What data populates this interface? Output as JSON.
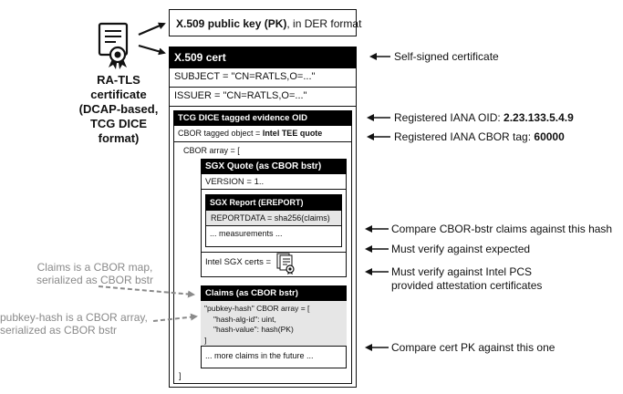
{
  "cert_label": {
    "line1": "RA-TLS",
    "line2": "certificate",
    "line3": "(DCAP-based,",
    "line4": "TCG DICE",
    "line5": "format)"
  },
  "pk_box": {
    "bold": "X.509 public key (PK)",
    "rest": ", in DER format"
  },
  "cert": {
    "title": "X.509 cert",
    "subject": "SUBJECT = \"CN=RATLS,O=...\"",
    "issuer": "ISSUER = \"CN=RATLS,O=...\""
  },
  "evidence": {
    "title": "TCG DICE tagged evidence OID",
    "tagged_prefix": "CBOR tagged object = ",
    "tagged_bold": "Intel TEE quote",
    "array_open": "CBOR array = [",
    "array_close": "]"
  },
  "sgx_quote": {
    "title": "SGX Quote (as CBOR bstr)",
    "version": "VERSION = 1..",
    "report_title": "SGX Report (EREPORT)",
    "reportdata": "REPORTDATA = sha256(claims)",
    "measurements": "... measurements ...",
    "certs": "Intel SGX certs ="
  },
  "claims": {
    "title": "Claims (as CBOR bstr)",
    "line1": "\"pubkey-hash\" CBOR array = [",
    "line2": "\"hash-alg-id\": uint,",
    "line3": "\"hash-value\": hash(PK)",
    "line4": "]",
    "more": "... more claims in the future ..."
  },
  "annotations": {
    "self_signed": "Self-signed certificate",
    "oid_prefix": "Registered IANA OID: ",
    "oid_value": "2.23.133.5.4.9",
    "tag_prefix": "Registered IANA CBOR tag: ",
    "tag_value": "60000",
    "compare_hash": "Compare CBOR-bstr claims against this hash",
    "verify_expected": "Must verify against expected",
    "verify_pcs_1": "Must verify against Intel PCS",
    "verify_pcs_2": "provided attestation certificates",
    "compare_pk": "Compare cert PK against this one"
  },
  "notes": {
    "claims_map_1": "Claims is a CBOR map,",
    "claims_map_2": "serialized as CBOR bstr",
    "pubkey_1": "pubkey-hash is a CBOR array,",
    "pubkey_2": "serialized as CBOR bstr"
  },
  "icons": [
    "certificate-icon",
    "certificate-stack-icon",
    "arrow-icon"
  ]
}
